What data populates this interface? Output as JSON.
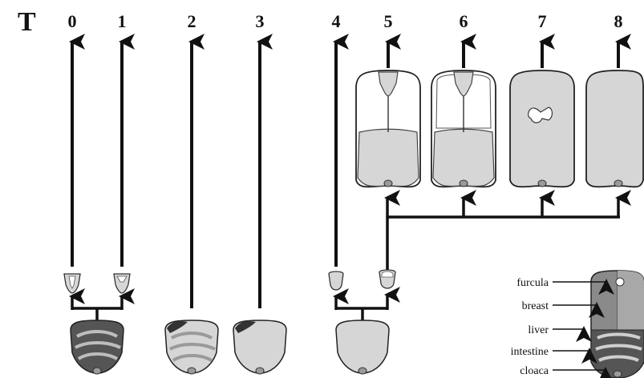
{
  "figure": {
    "scale_letter": "T",
    "stages": [
      "0",
      "1",
      "2",
      "3",
      "4",
      "5",
      "6",
      "7",
      "8"
    ],
    "legend": {
      "parts": [
        "furcula",
        "breast",
        "liver",
        "intestine",
        "cloaca"
      ]
    },
    "colors": {
      "line": "#111111",
      "light_gray": "#d9d9d9",
      "mid_gray": "#9a9a9a",
      "dark_gray": "#606060",
      "black": "#222222",
      "white": "#ffffff"
    }
  }
}
